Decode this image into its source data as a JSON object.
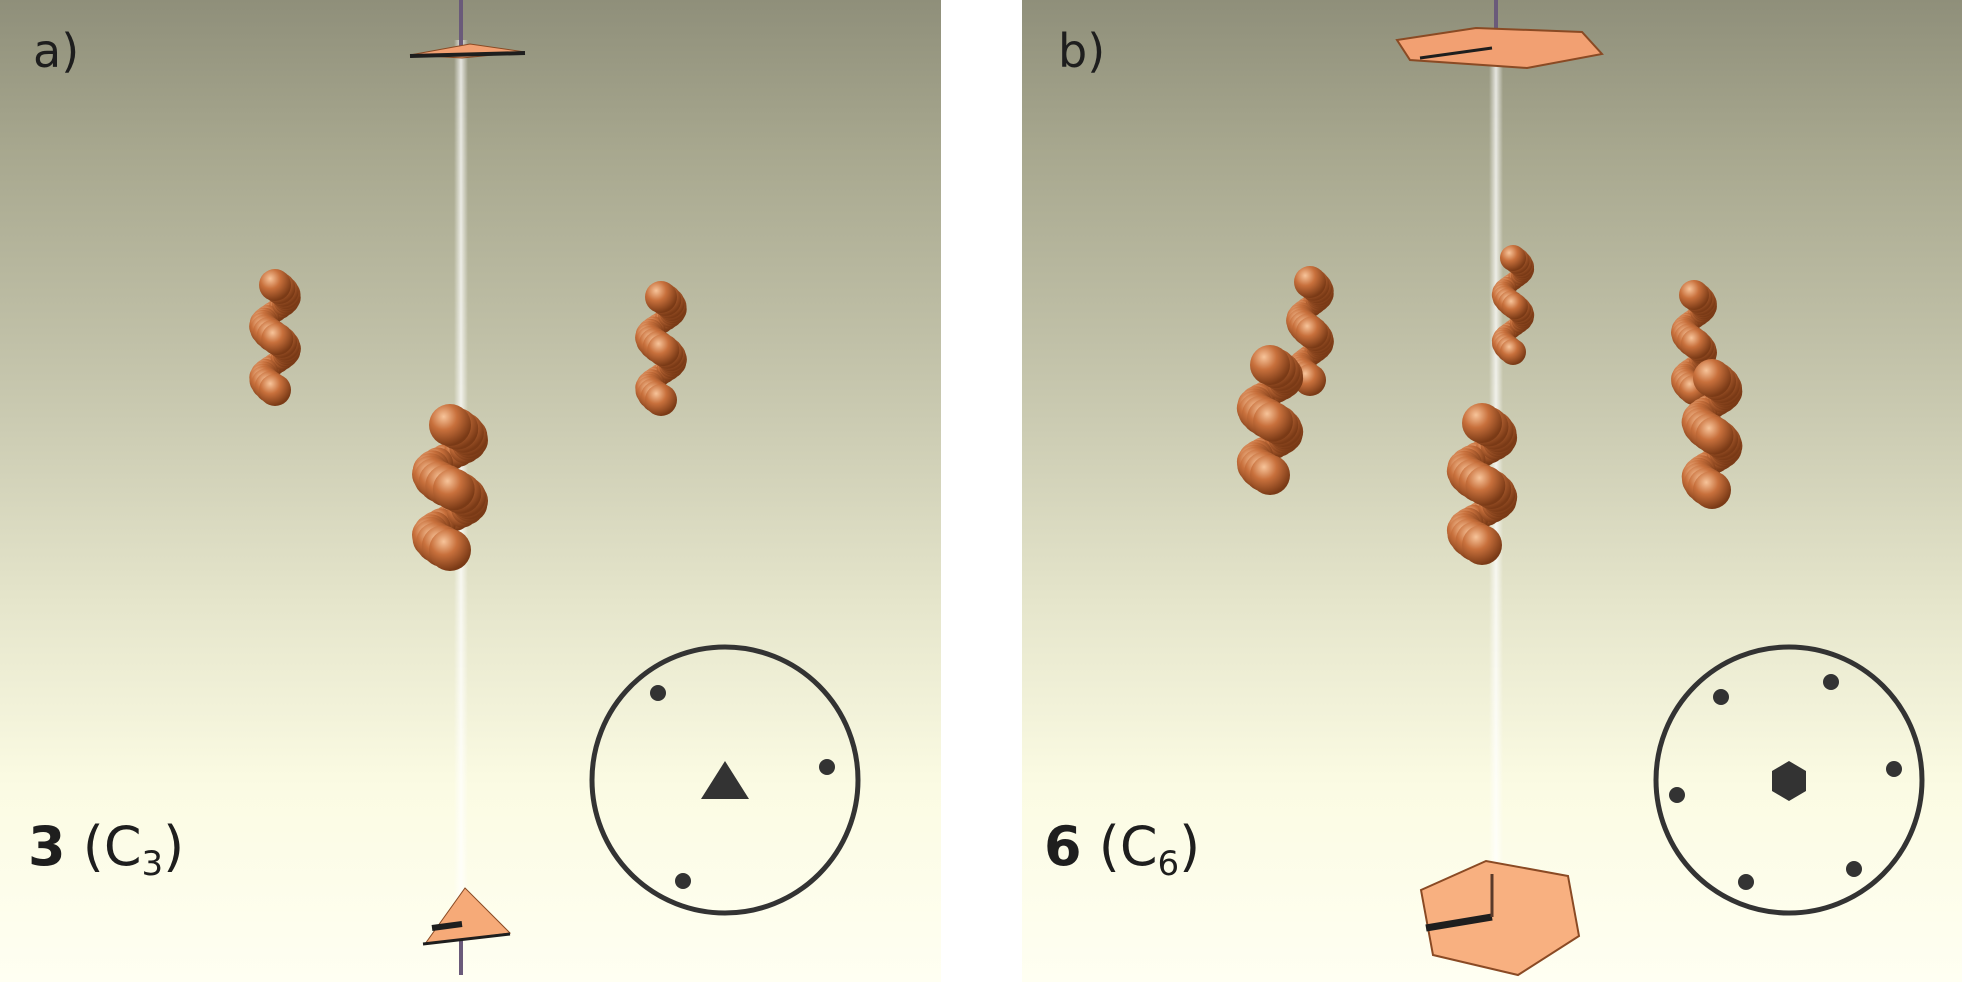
{
  "panels": [
    {
      "label": "a)",
      "compound": "3",
      "group_letter": "C",
      "group_index": "3",
      "symmetry_order": 3,
      "inset_center_symbol": "triangle"
    },
    {
      "label": "b)",
      "compound": "6",
      "group_letter": "C",
      "group_index": "6",
      "symmetry_order": 6,
      "inset_center_symbol": "hexagon"
    }
  ],
  "colors": {
    "helix": "#c8703c",
    "plate": "#f2a072",
    "ink": "#333333",
    "rod": "#6a5a7a"
  }
}
